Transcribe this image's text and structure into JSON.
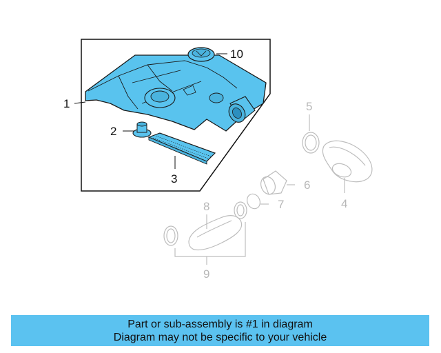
{
  "callouts": {
    "c1": "1",
    "c2": "2",
    "c3": "3",
    "c4": "4",
    "c5": "5",
    "c6": "6",
    "c7": "7",
    "c8": "8",
    "c9": "9",
    "c10": "10"
  },
  "banner": {
    "line1": "Part or sub-assembly is #1 in diagram",
    "line2": "Diagram may not be specific to your vehicle"
  },
  "colors": {
    "highlight_fill": "#59c3ee",
    "highlight_stroke": "#1a1a1a",
    "ghost_stroke": "#bdbdbd",
    "banner_bg": "#5bc2f0"
  }
}
